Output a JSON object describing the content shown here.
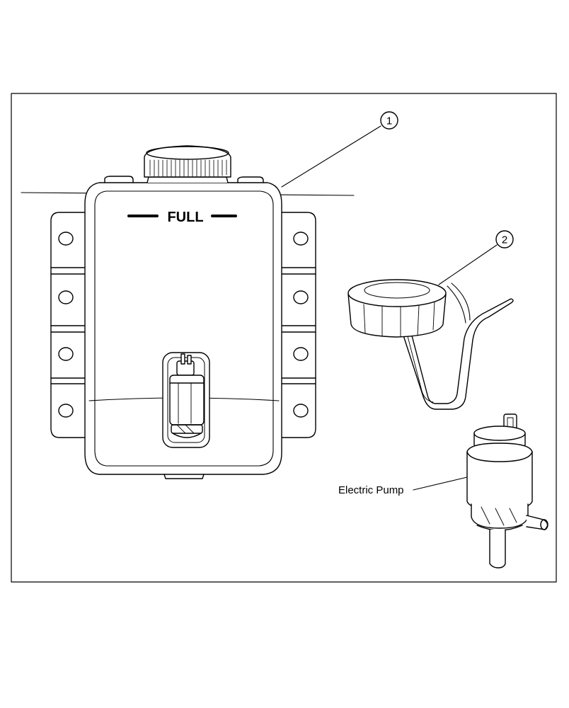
{
  "diagram": {
    "tank_label": "FULL",
    "callouts": [
      {
        "number": "1",
        "part": "reservoir-tank"
      },
      {
        "number": "2",
        "part": "filler-cap"
      }
    ],
    "pump_label": "Electric Pump"
  }
}
